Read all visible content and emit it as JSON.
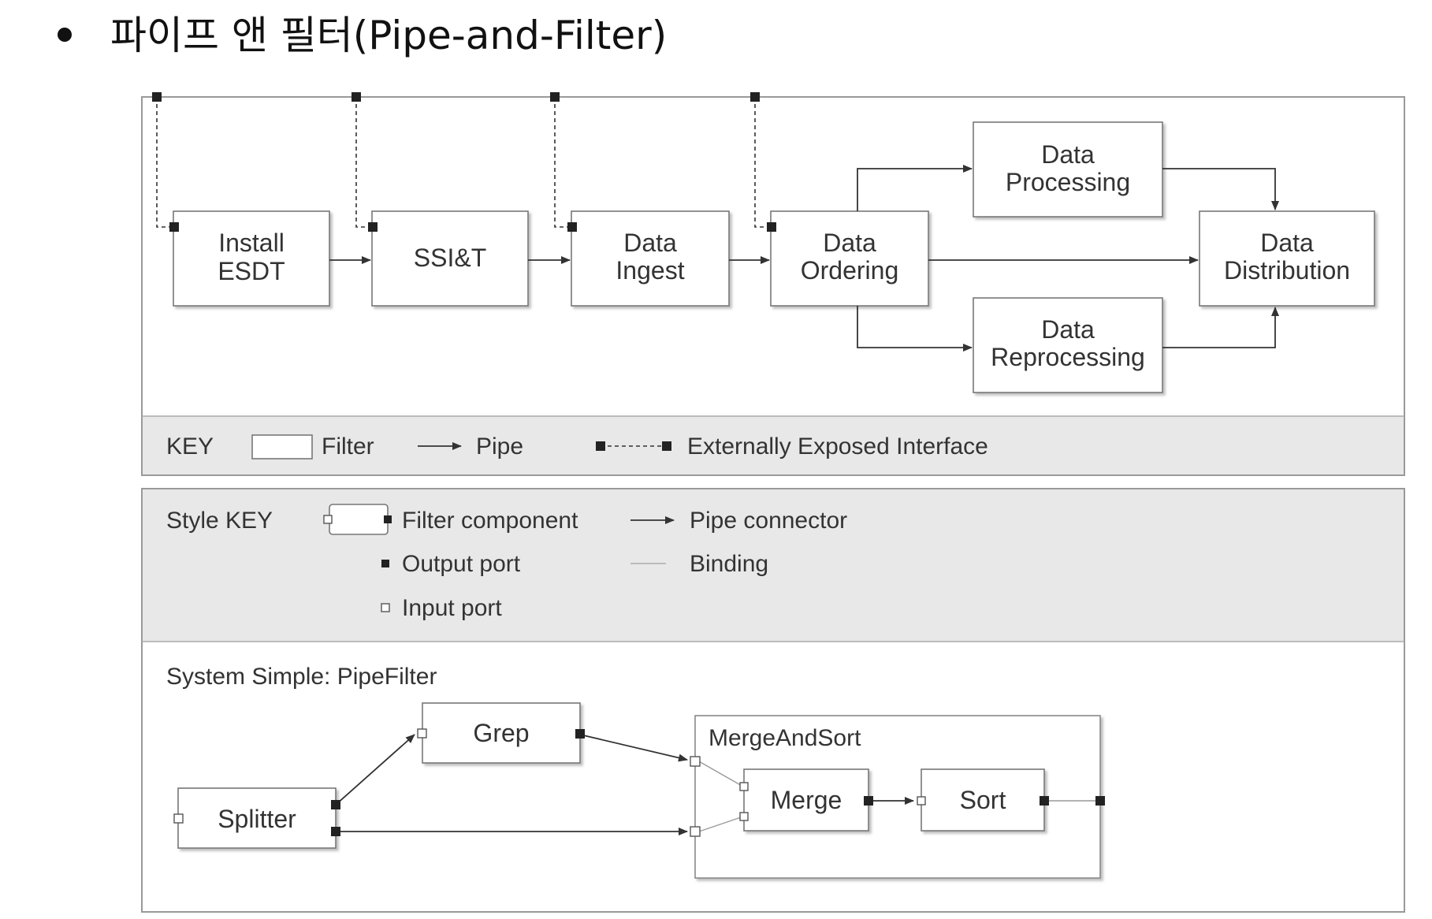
{
  "title": "파이프 앤 필터(Pipe-and-Filter)",
  "top_diagram": {
    "filters": {
      "install": [
        "Install",
        "ESDT"
      ],
      "ssit": [
        "SSI&T"
      ],
      "ingest": [
        "Data",
        "Ingest"
      ],
      "ordering": [
        "Data",
        "Ordering"
      ],
      "processing": [
        "Data",
        "Processing"
      ],
      "distribution": [
        "Data",
        "Distribution"
      ],
      "reprocessing": [
        "Data",
        "Reprocessing"
      ]
    },
    "key": {
      "label": "KEY",
      "filter": "Filter",
      "pipe": "Pipe",
      "interface": "Externally Exposed Interface"
    }
  },
  "style_key": {
    "label": "Style KEY",
    "filter_component": "Filter component",
    "output_port": "Output port",
    "input_port": "Input port",
    "pipe_connector": "Pipe connector",
    "binding": "Binding"
  },
  "system": {
    "label": "System Simple: PipeFilter",
    "splitter": "Splitter",
    "grep": "Grep",
    "merge_and_sort": "MergeAndSort",
    "merge": "Merge",
    "sort": "Sort"
  }
}
